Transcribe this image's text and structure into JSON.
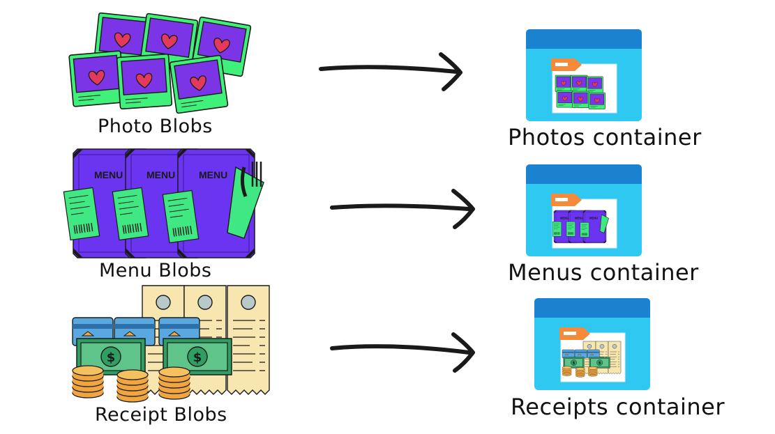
{
  "rows": [
    {
      "blob_label": "Photo Blobs",
      "container_label": "Photos container",
      "blob_icon": "photo-stack-icon",
      "container_icon": "storage-container-icon"
    },
    {
      "blob_label": "Menu Blobs",
      "container_label": "Menus container",
      "blob_icon": "menu-stack-icon",
      "container_icon": "storage-container-icon"
    },
    {
      "blob_label": "Receipt Blobs",
      "container_label": "Receipts container",
      "blob_icon": "receipt-money-icon",
      "container_icon": "storage-container-icon"
    }
  ],
  "arrow_icon": "right-arrow-icon",
  "colors": {
    "photo_frame": "#3ff07a",
    "photo_inner": "#7b35e6",
    "heart": "#e33a5c",
    "menu_purple": "#6b34f0",
    "receipt_green": "#3fe883",
    "container_top": "#1b82d0",
    "container_body": "#2ec8f0",
    "folder_tab": "#f48a3a",
    "money_green": "#2f9e62",
    "coin": "#f0a640",
    "receipt_paper": "#f7e6b0",
    "card_blue": "#5aa8e0"
  }
}
